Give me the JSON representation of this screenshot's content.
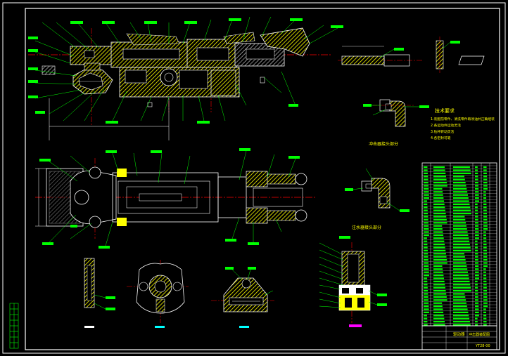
{
  "drawing": {
    "title_block_caption": "驱动器",
    "title_block_name": "冲击器装配图",
    "drawing_number": "YT28-00",
    "technical_requirements_title": "技术要求",
    "technical_requirements": [
      "1.装配前零件、清洗零件再涂油并正确组装",
      "2.各运动件运动灵活",
      "3.钻杆转动灵活",
      "4.各密封可靠"
    ],
    "view_caption_1": "冲击器接头部分",
    "view_caption_2": "注水器接头部分"
  },
  "colors": {
    "background": "#000000",
    "border": "#ffffff",
    "leader": "#00ff00",
    "center_line": "#ff0000",
    "hatch": "#ffff00",
    "outline": "#ffffff",
    "label_fill": "#00ff00",
    "accent_cyan": "#00ffff",
    "accent_magenta": "#ff00ff"
  }
}
